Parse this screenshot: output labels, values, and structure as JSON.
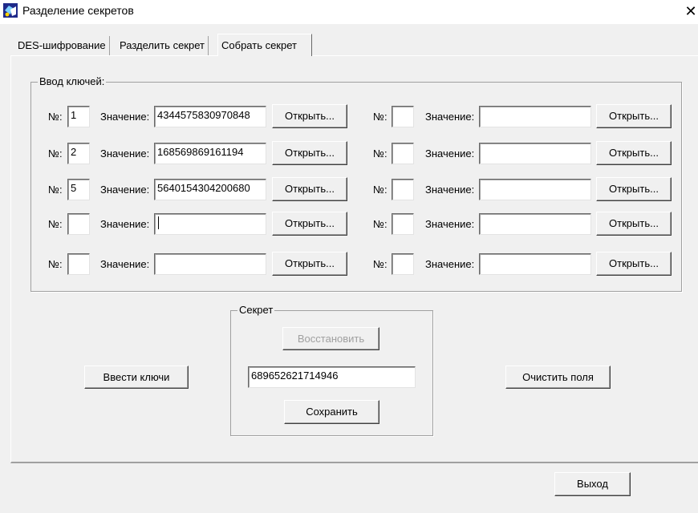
{
  "window": {
    "title": "Разделение секретов",
    "close_glyph": "✕",
    "icon": "app-icon"
  },
  "tabs": [
    {
      "label": "DES-шифрование",
      "active": false
    },
    {
      "label": "Разделить секрет",
      "active": false
    },
    {
      "label": "Собрать секрет",
      "active": true
    }
  ],
  "keys_group": {
    "title": "Ввод ключей:",
    "num_label": "№:",
    "value_label": "Значение:",
    "open_label": "Открыть...",
    "left": [
      {
        "num": "1",
        "value": "4344575830970848"
      },
      {
        "num": "2",
        "value": "168569869161194"
      },
      {
        "num": "5",
        "value": "5640154304200680"
      },
      {
        "num": "",
        "value": "",
        "focused": true
      },
      {
        "num": "",
        "value": ""
      }
    ],
    "right": [
      {
        "num": "",
        "value": ""
      },
      {
        "num": "",
        "value": ""
      },
      {
        "num": "",
        "value": ""
      },
      {
        "num": "",
        "value": ""
      },
      {
        "num": "",
        "value": ""
      }
    ]
  },
  "secret_group": {
    "title": "Секрет",
    "restore_label": "Восстановить",
    "restore_enabled": false,
    "secret_value": "689652621714946",
    "save_label": "Сохранить"
  },
  "enter_keys_label": "Ввести ключи",
  "clear_fields_label": "Очистить поля",
  "exit_label": "Выход"
}
